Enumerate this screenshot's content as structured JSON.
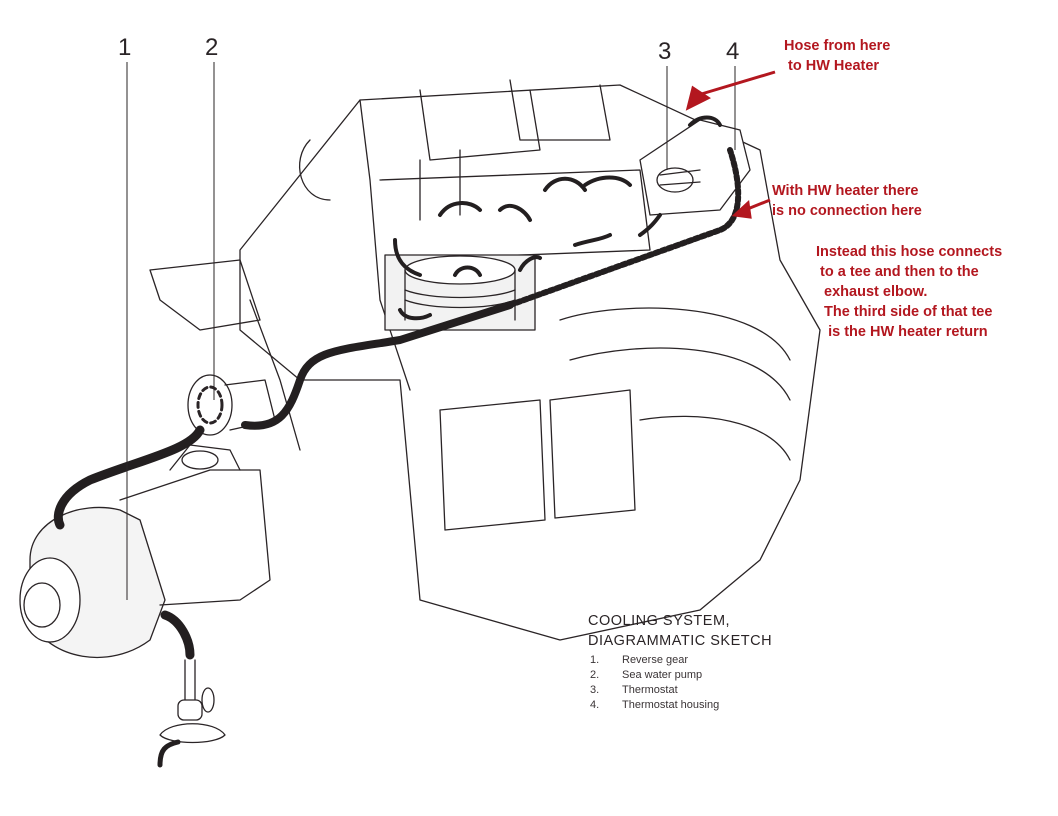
{
  "diagram": {
    "title_lines": [
      "COOLING SYSTEM,",
      "DIAGRAMMATIC SKETCH"
    ],
    "callouts": [
      {
        "number": "1",
        "label": "Reverse gear"
      },
      {
        "number": "2",
        "label": "Sea water pump"
      },
      {
        "number": "3",
        "label": "Thermostat"
      },
      {
        "number": "4",
        "label": "Thermostat housing"
      }
    ],
    "annotations": [
      {
        "id": "hose-from-here",
        "text": "Hose from here\n to HW Heater"
      },
      {
        "id": "no-connection",
        "text": "With HW heater there\nis no connection here"
      },
      {
        "id": "instead",
        "text": "Instead this hose connects\n to a tee and then to the\n  exhaust elbow.\n  The third side of that tee\n   is the HW heater return"
      }
    ],
    "colors": {
      "annotation": "#b3171f",
      "line_art": "#2a2426",
      "hose": "#231f20"
    }
  }
}
